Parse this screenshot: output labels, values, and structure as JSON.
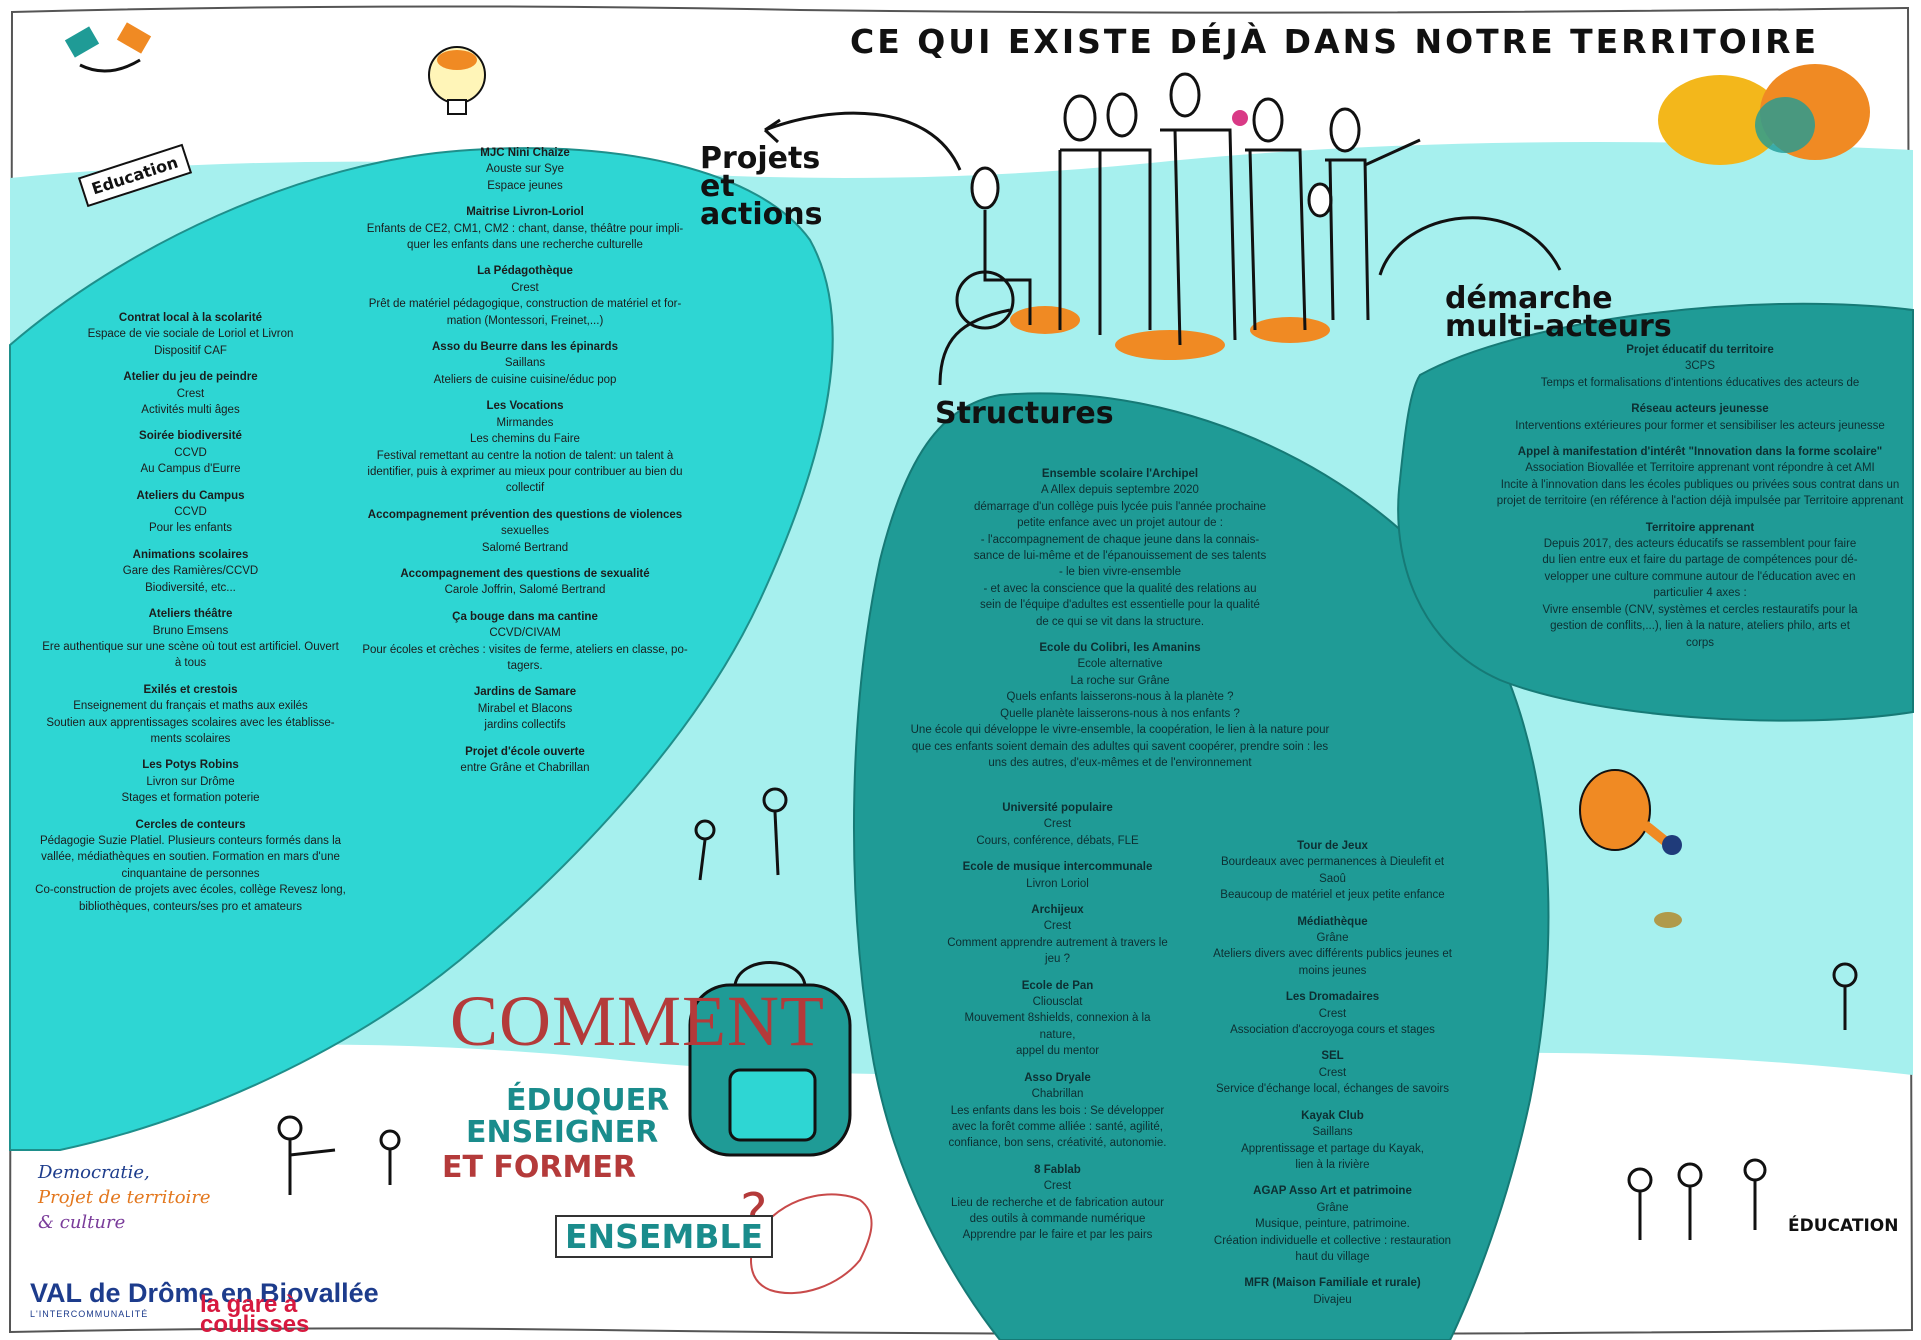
{
  "title": "CE QUI EXISTE DÉJÀ DANS NOTRE TERRITOIRE",
  "labels": {
    "projets": "Projets et actions",
    "structures": "Structures",
    "demarche": "démarche multi-acteurs",
    "education_sign": "Education",
    "education_bottom": "ÉDUCATION"
  },
  "center": {
    "comment": "COMMENT",
    "eduquer": "ÉDUQUER",
    "enseigner": "ENSEIGNER",
    "former": "ET FORMER",
    "ensemble": "ENSEMBLE"
  },
  "logos": {
    "democratie": "Democratie,",
    "projet": "Projet de territoire",
    "culture": "& culture",
    "val": "VAL de Drôme en Biovallée",
    "intercommunalite": "L'INTERCOMMUNALITÉ",
    "lagare": "la gare à coulisses"
  },
  "colors": {
    "cyan_light": "#a6f0ee",
    "cyan_mid": "#2ed6d3",
    "teal_dark": "#1f9b96",
    "orange": "#f08a23",
    "red": "#b43a3a"
  },
  "left_column": [
    {
      "h": "Contrat local à la scolarité",
      "lines": [
        "Espace de vie sociale de Loriol et Livron",
        "Dispositif CAF"
      ]
    },
    {
      "h": "Atelier du jeu de peindre",
      "lines": [
        "Crest",
        "Activités multi âges"
      ]
    },
    {
      "h": "Soirée biodiversité",
      "lines": [
        "CCVD",
        "Au Campus d'Eurre"
      ]
    },
    {
      "h": "Ateliers du Campus",
      "lines": [
        "CCVD",
        "Pour les enfants"
      ]
    },
    {
      "h": "Animations scolaires",
      "lines": [
        "Gare des Ramières/CCVD",
        "Biodiversité, etc..."
      ]
    },
    {
      "h": "Ateliers théâtre",
      "lines": [
        "Bruno Emsens",
        "Ere authentique sur une scène où tout est artificiel. Ouvert",
        "à tous"
      ]
    },
    {
      "h": "Exilés et crestois",
      "lines": [
        "Enseignement du français et maths aux exilés",
        "Soutien aux apprentissages scolaires avec les établisse-",
        "ments scolaires"
      ]
    },
    {
      "h": "Les Potys Robins",
      "lines": [
        "Livron sur Drôme",
        "Stages et formation poterie"
      ]
    },
    {
      "h": "Cercles de conteurs",
      "lines": [
        "Pédagogie Suzie Platiel. Plusieurs conteurs formés dans la",
        "vallée, médiathèques en soutien. Formation en mars d'une",
        "cinquantaine de personnes",
        "Co-construction de projets avec écoles, collège Revesz long,",
        "bibliothèques, conteurs/ses pro et amateurs"
      ]
    }
  ],
  "mid_column": [
    {
      "h": "MJC Nini Chaize",
      "lines": [
        "Aouste sur Sye",
        "Espace jeunes"
      ]
    },
    {
      "h": "Maitrise Livron-Loriol",
      "lines": [
        "Enfants de CE2, CM1, CM2 : chant, danse, théâtre pour impli-",
        "quer les enfants dans une recherche culturelle"
      ]
    },
    {
      "h": "La Pédagothèque",
      "lines": [
        "Crest",
        "Prêt de matériel pédagogique, construction de matériel et for-",
        "mation (Montessori, Freinet,...)"
      ]
    },
    {
      "h": "Asso du Beurre dans les épinards",
      "lines": [
        "Saillans",
        "Ateliers de cuisine cuisine/éduc pop"
      ]
    },
    {
      "h": "Les Vocations",
      "lines": [
        "Mirmandes",
        "Les chemins du Faire",
        "Festival remettant au centre la notion de talent: un talent à",
        "identifier, puis à exprimer au mieux pour contribuer au bien du",
        "collectif"
      ]
    },
    {
      "h": "Accompagnement prévention des questions de violences",
      "lines": [
        "sexuelles",
        "Salomé Bertrand"
      ]
    },
    {
      "h": "Accompagnement des questions de sexualité",
      "lines": [
        "Carole Joffrin, Salomé Bertrand"
      ]
    },
    {
      "h": "Ça bouge dans ma cantine",
      "lines": [
        "CCVD/CIVAM",
        "Pour écoles et crèches : visites de ferme, ateliers en classe, po-",
        "tagers."
      ]
    },
    {
      "h": "Jardins de Samare",
      "lines": [
        "Mirabel et Blacons",
        "jardins collectifs"
      ]
    },
    {
      "h": "Projet d'école ouverte",
      "lines": [
        "entre Grâne et Chabrillan"
      ]
    }
  ],
  "structures_top": [
    {
      "h": "Ensemble scolaire l'Archipel",
      "lines": [
        "A Allex depuis septembre 2020",
        "démarrage d'un collège puis lycée puis l'année prochaine",
        "petite enfance avec un projet autour de :",
        "- l'accompagnement de chaque jeune dans la connais-",
        "sance de lui-même et de l'épanouissement de ses talents",
        "- le bien vivre-ensemble",
        "- et avec la conscience que la qualité des relations au",
        "sein de l'équipe d'adultes est essentielle pour la qualité",
        "de ce qui se vit dans la structure."
      ]
    },
    {
      "h": "Ecole du Colibri, les Amanins",
      "lines": [
        "Ecole alternative",
        "La roche sur Grâne",
        "Quels enfants laisserons-nous à la planète ?",
        "Quelle planète laisserons-nous à nos enfants ?",
        "Une école qui développe le vivre-ensemble, la coopération, le lien à la nature pour",
        "que ces enfants soient demain des adultes qui savent coopérer, prendre soin : les",
        "uns des autres, d'eux-mêmes et de l'environnement"
      ]
    }
  ],
  "structures_left": [
    {
      "h": "Université populaire",
      "lines": [
        "Crest",
        "Cours, conférence, débats, FLE"
      ]
    },
    {
      "h": "Ecole de musique intercommunale",
      "lines": [
        "Livron Loriol"
      ]
    },
    {
      "h": "Archijeux",
      "lines": [
        "Crest",
        "Comment apprendre autrement à travers le",
        "jeu ?"
      ]
    },
    {
      "h": "Ecole de Pan",
      "lines": [
        "Cliousclat",
        "Mouvement 8shields, connexion à la nature,",
        "appel du mentor"
      ]
    },
    {
      "h": "Asso Dryale",
      "lines": [
        "Chabrillan",
        "Les enfants dans les bois : Se développer",
        "avec la forêt comme alliée : santé, agilité,",
        "confiance, bon sens, créativité, autonomie."
      ]
    },
    {
      "h": "8 Fablab",
      "lines": [
        "Crest",
        "Lieu de recherche et de fabrication autour",
        "des outils à commande numérique",
        "Apprendre par le faire et par les pairs"
      ]
    }
  ],
  "structures_right": [
    {
      "h": "Tour de Jeux",
      "lines": [
        "Bourdeaux avec permanences à Dieulefit et Saoû",
        "Beaucoup de matériel et jeux petite enfance"
      ]
    },
    {
      "h": "Médiathèque",
      "lines": [
        "Grâne",
        "Ateliers divers avec différents publics jeunes et",
        "moins jeunes"
      ]
    },
    {
      "h": "Les Dromadaires",
      "lines": [
        "Crest",
        "Association d'accroyoga cours et stages"
      ]
    },
    {
      "h": "SEL",
      "lines": [
        "Crest",
        "Service d'échange local, échanges de savoirs"
      ]
    },
    {
      "h": "Kayak Club",
      "lines": [
        "Saillans",
        "Apprentissage et partage du Kayak,",
        "lien à la rivière"
      ]
    },
    {
      "h": "AGAP Asso Art et patrimoine",
      "lines": [
        "Grâne",
        "Musique, peinture, patrimoine.",
        "Création individuelle et collective : restauration",
        "haut du village"
      ]
    },
    {
      "h": "MFR (Maison Familiale et rurale)",
      "lines": [
        "Divajeu"
      ]
    }
  ],
  "multi_column": [
    {
      "h": "Projet éducatif du territoire",
      "lines": [
        "3CPS",
        "Temps et formalisations d'intentions éducatives des acteurs de"
      ]
    },
    {
      "h": "Réseau acteurs jeunesse",
      "lines": [
        "Interventions extérieures pour former et sensibiliser les acteurs jeunesse"
      ]
    },
    {
      "h": "Appel à manifestation d'intérêt \"Innovation dans la forme scolaire\"",
      "lines": [
        "Association Biovallée et Territoire apprenant vont répondre à cet AMI",
        "Incite à l'innovation dans les écoles publiques ou privées sous contrat dans un",
        "projet de territoire (en référence à l'action déjà impulsée par Territoire apprenant"
      ]
    },
    {
      "h": "Territoire apprenant",
      "lines": [
        "Depuis 2017, des acteurs éducatifs se rassemblent pour faire",
        "du lien entre eux et faire du partage de compétences pour dé-",
        "velopper une culture commune autour de l'éducation avec en",
        "particulier 4 axes :",
        "Vivre ensemble (CNV, systèmes et cercles restauratifs pour la",
        "gestion de conflits,...), lien à la nature, ateliers philo, arts et",
        "corps"
      ]
    }
  ]
}
